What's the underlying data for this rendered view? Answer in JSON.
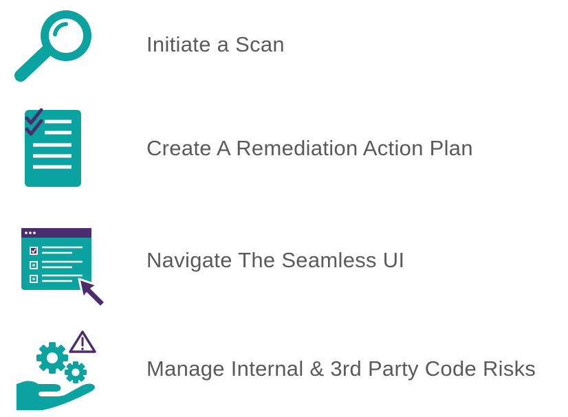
{
  "colors": {
    "teal": "#0aa3a0",
    "purple": "#4b2d6e",
    "text": "#5a5a5a"
  },
  "items": [
    {
      "label": "Initiate a Scan",
      "icon": "magnifying-glass-icon"
    },
    {
      "label": "Create A Remediation Action Plan",
      "icon": "checklist-document-icon"
    },
    {
      "label": "Navigate The Seamless UI",
      "icon": "ui-window-cursor-icon"
    },
    {
      "label": "Manage Internal & 3rd Party Code Risks",
      "icon": "hand-gears-warning-icon"
    }
  ]
}
